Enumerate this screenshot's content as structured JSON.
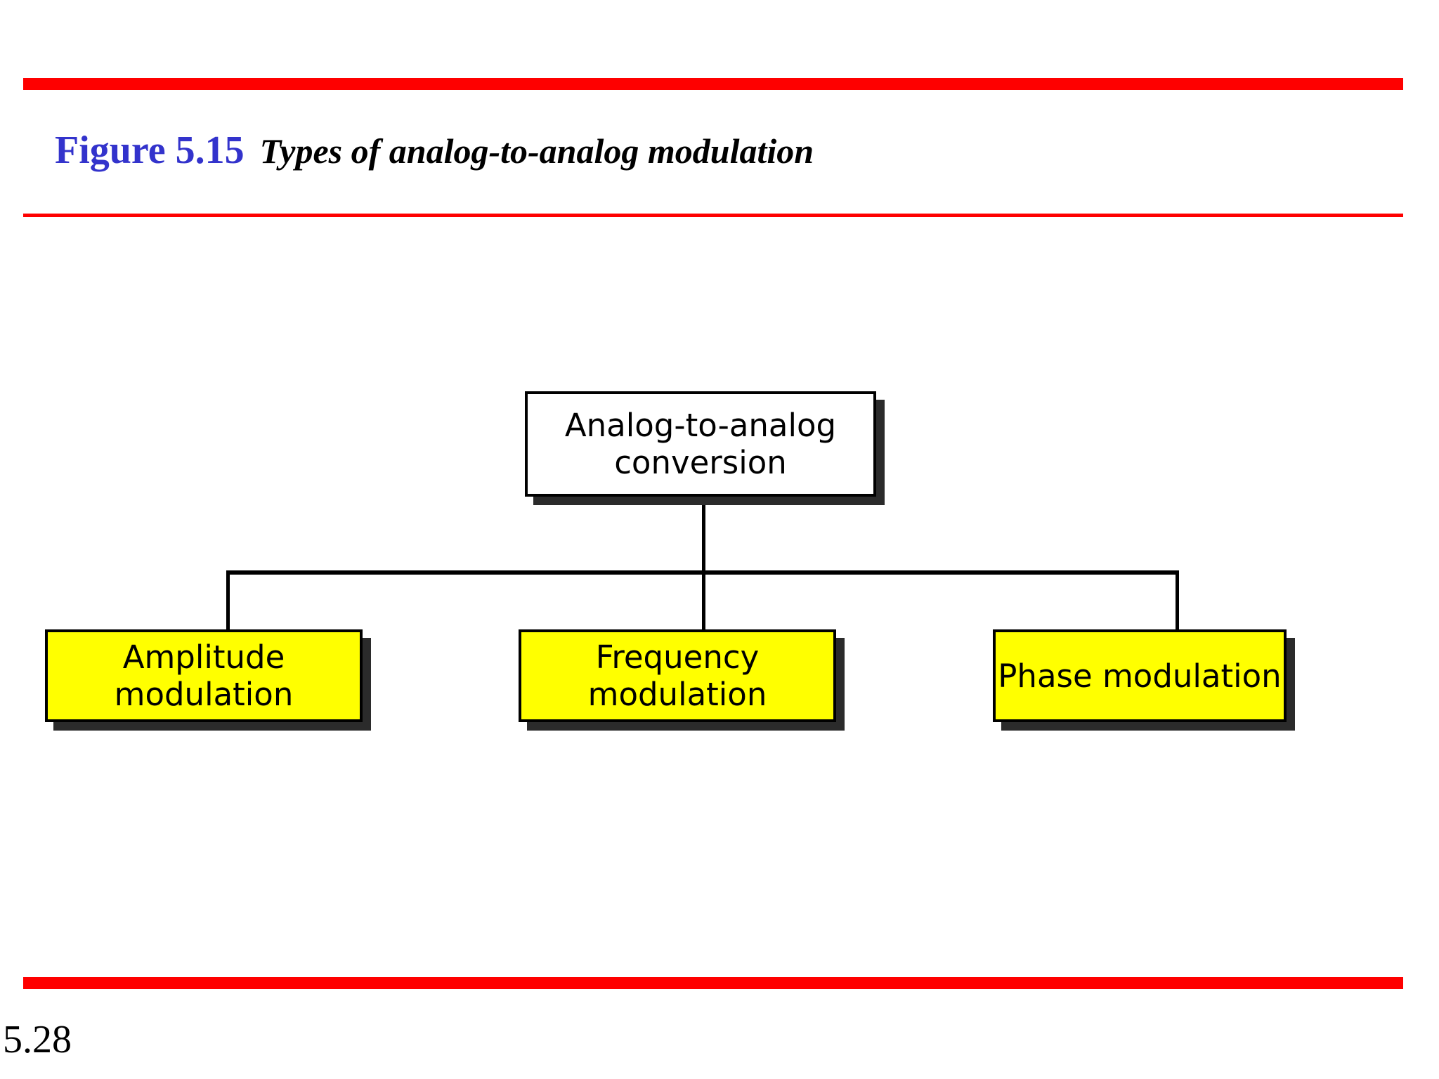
{
  "slide": {
    "figure_label": "Figure 5.15",
    "figure_caption": "Types of analog-to-analog modulation",
    "page_number": "5.28",
    "colors": {
      "rule": "#FE0000",
      "figure_label": "#3333CC",
      "caption": "#000000",
      "node_fill_root": "#FFFFFF",
      "node_fill_leaf": "#FFFF00",
      "node_border": "#000000",
      "node_shadow": "#2B2B2B",
      "connector": "#000000",
      "background": "#FFFFFF"
    }
  },
  "chart_data": {
    "type": "diagram",
    "diagram_kind": "hierarchy-tree",
    "title": "Types of analog-to-analog modulation",
    "root": {
      "id": "analog-to-analog-conversion",
      "label_line1": "Analog-to-analog",
      "label_line2": "conversion",
      "label": "Analog-to-analog conversion",
      "fill": "#FFFFFF"
    },
    "children": [
      {
        "id": "amplitude-modulation",
        "label": "Amplitude modulation",
        "fill": "#FFFF00"
      },
      {
        "id": "frequency-modulation",
        "label": "Frequency modulation",
        "fill": "#FFFF00"
      },
      {
        "id": "phase-modulation",
        "label": "Phase modulation",
        "fill": "#FFFF00"
      }
    ],
    "edges": [
      {
        "from": "analog-to-analog-conversion",
        "to": "amplitude-modulation"
      },
      {
        "from": "analog-to-analog-conversion",
        "to": "frequency-modulation"
      },
      {
        "from": "analog-to-analog-conversion",
        "to": "phase-modulation"
      }
    ]
  }
}
